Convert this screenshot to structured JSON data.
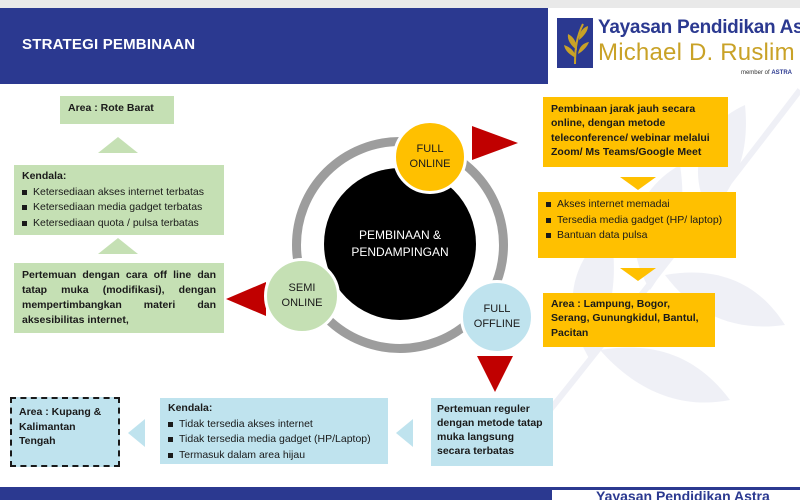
{
  "header": {
    "title": "STRATEGI PEMBINAAN"
  },
  "logo": {
    "line1": "Yayasan Pendidikan Astra",
    "line2": "Michael D. Ruslim",
    "member_prefix": "member of",
    "member_brand": "ASTRA"
  },
  "center": {
    "line1": "PEMBINAAN &",
    "line2": "PENDAMPINGAN"
  },
  "full_online": {
    "line1": "FULL",
    "line2": "ONLINE",
    "description": "Pembinaan jarak jauh secara online, dengan metode teleconference/ webinar melalui Zoom/ Ms Teams/Google Meet",
    "conditions": [
      "Akses internet memadai",
      "Tersedia media gadget  (HP/ laptop)",
      "Bantuan data pulsa"
    ],
    "area": "Area : Lampung, Bogor, Serang, Gunungkidul, Bantul, Pacitan"
  },
  "semi_online": {
    "line1": "SEMI",
    "line2": "ONLINE",
    "area": "Area : Rote Barat",
    "kendala_title": "Kendala:",
    "kendala": [
      "Ketersediaan akses internet terbatas",
      "Ketersediaan media gadget terbatas",
      "Ketersediaan quota /  pulsa terbatas"
    ],
    "description": "Pertemuan dengan cara off line dan tatap muka (modifikasi), dengan mempertimbangkan materi dan aksesibilitas internet,"
  },
  "full_offline": {
    "line1": "FULL",
    "line2": "OFFLINE",
    "description": "Pertemuan reguler dengan metode tatap muka langsung secara terbatas",
    "kendala_title": "Kendala:",
    "kendala": [
      "Tidak tersedia akses internet",
      "Tidak tersedia media gadget (HP/Laptop)",
      "Termasuk dalam area hijau"
    ],
    "area": "Area : Kupang & Kalimantan Tengah"
  },
  "bottom": {
    "logo_partial": "Yayasan Pendidikan Astra"
  },
  "colors": {
    "navy": "#2b3990",
    "gold": "#ffc000",
    "green": "#c5e0b4",
    "light_blue": "#bfe3ee",
    "red_arrow": "#c00000",
    "ring_gray": "#9d9d9d"
  }
}
